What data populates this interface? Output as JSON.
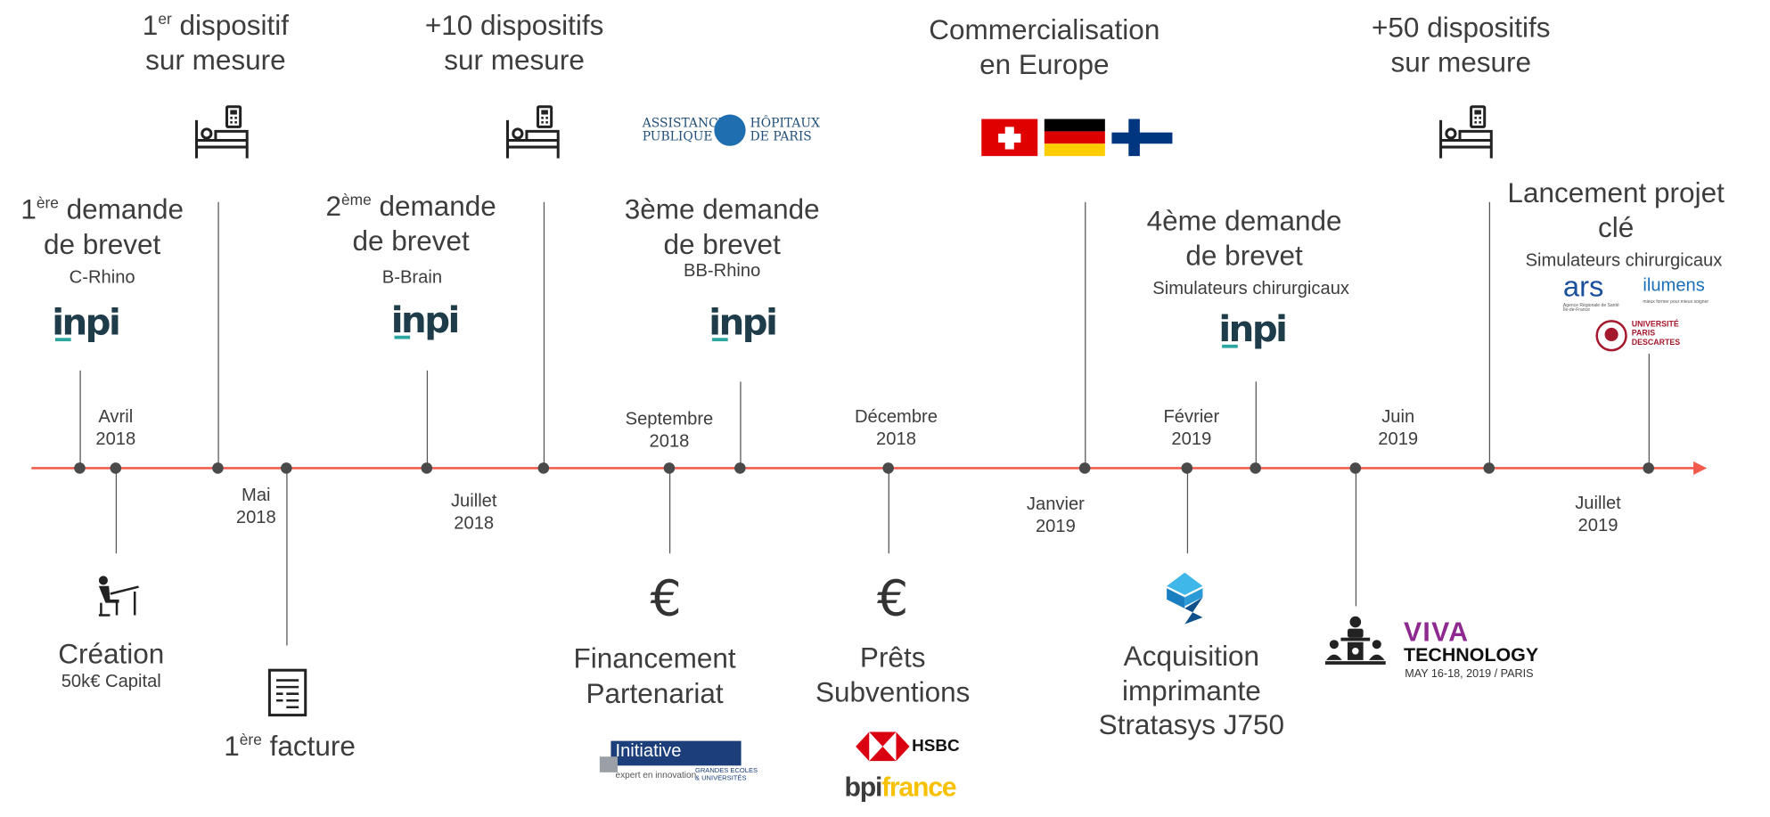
{
  "events": {
    "avril": {
      "date": "Avril\n2018",
      "title_pre": "1",
      "title_sup": "ère",
      "title_post": " demande\nde brevet",
      "sub": "C-Rhino",
      "logo": "inpi",
      "below_title": "Création",
      "below_sub": "50k€ Capital"
    },
    "mai": {
      "date": "Mai\n2018",
      "top_pre": "1",
      "top_sup": "er",
      "top_post": " dispositif\nsur mesure",
      "below_pre": "1",
      "below_sup": "ère",
      "below_post": " facture"
    },
    "juillet2018": {
      "date": "Juillet\n2018",
      "title_pre": "2",
      "title_sup": "ème",
      "title_post": " demande\nde brevet",
      "sub": "B-Brain",
      "logo": "inpi",
      "top": "+10 dispositifs\nsur mesure"
    },
    "septembre": {
      "date": "Septembre\n2018",
      "title": "3ème demande\nde brevet",
      "sub": "BB-Rhino",
      "logo": "inpi",
      "below_title": "Financement\nPartenariat"
    },
    "decembre": {
      "date": "Décembre\n2018",
      "below_title": "Prêts\nSubventions"
    },
    "janvier": {
      "date": "Janvier\n2019",
      "top": "Commercialisation\nen Europe"
    },
    "fevrier": {
      "date": "Février\n2019",
      "title": "4ème demande\nde brevet",
      "sub": "Simulateurs chirurgicaux",
      "logo": "inpi",
      "below_title": "Acquisition\nimprimante\nStratasys J750"
    },
    "juin": {
      "date": "Juin\n2019",
      "top": "+50 dispositifs\nsur mesure"
    },
    "juillet2019": {
      "date": "Juillet\n2019",
      "title": "Lancement projet\nclé",
      "sub": "Simulateurs chirurgicaux"
    }
  },
  "logos": {
    "inpi": "inpi",
    "aphp_left": "ASSISTANCE\nPUBLIQUE",
    "aphp_right": "HÔPITAUX\nDE PARIS",
    "initiative": "Initiative",
    "initiative_tag": "expert en innovation",
    "initiative_side": "GRANDES ECOLES\n& UNIVERSITÉS",
    "hsbc": "HSBC",
    "bpi1": "bpi",
    "bpi2": "france",
    "viva1": "VIVA",
    "viva2": "TECHNOLOGY",
    "viva3": "MAY 16-18, 2019 / PARIS",
    "ars": "ars",
    "ars_sub": "Agence Régionale de Santé\nÎle-de-France",
    "ilumens": "ilumens",
    "ilumens_sub": "mieux former pour mieux soigner",
    "paris_univ": "UNIVERSITÉ\nPARIS\nDESCARTES"
  },
  "icons": [
    "bed-phone-icon",
    "desk-worker-icon",
    "invoice-icon",
    "euro-icon",
    "stratasys-icon",
    "conference-icon",
    "flag-switzerland",
    "flag-germany",
    "flag-finland"
  ],
  "colors": {
    "axis": "#f25a4b",
    "text": "#3d3d3d",
    "inpi": "#1f3c4a",
    "inpi_accent": "#2aa6a1"
  }
}
